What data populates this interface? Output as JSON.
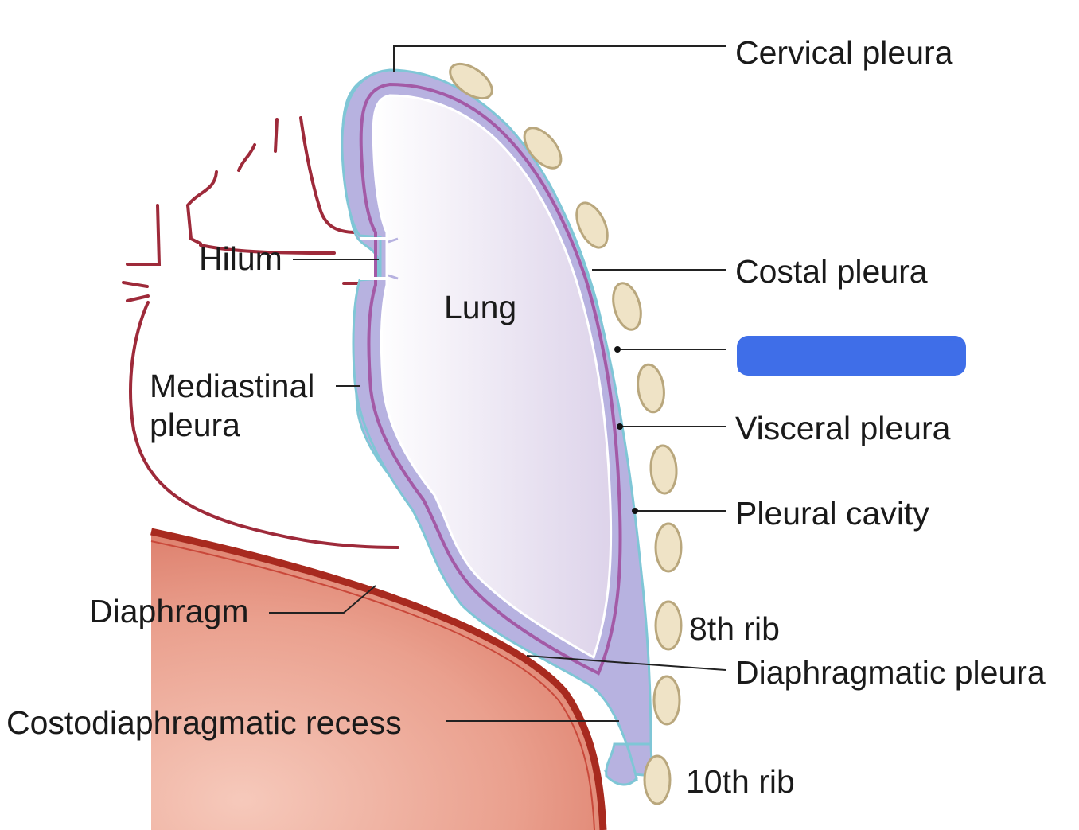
{
  "labels": {
    "cervical_pleura": "Cervical pleura",
    "costal_pleura": "Costal pleura",
    "visceral_pleura": "Visceral pleura",
    "pleural_cavity": "Pleural cavity",
    "rib_8": "8th rib",
    "diaphragmatic_pleura": "Diaphragmatic pleura",
    "rib_10": "10th rib",
    "hilum": "Hilum",
    "lung": "Lung",
    "mediastinal_pleura_line1": "Mediastinal",
    "mediastinal_pleura_line2": "pleura",
    "diaphragm": "Diaphragm",
    "costodiaphragmatic_recess": "Costodiaphragmatic recess"
  },
  "redaction": {
    "color": "#3f6fe8"
  },
  "colors": {
    "pleura_outer": "#b7b2e0",
    "visceral_line": "#a35aa6",
    "lung_fill": "#f1ecf6",
    "parietal_edge": "#7fc6d6",
    "diaphragm_muscle": "#e38a78",
    "diaphragm_edge": "#a82a1f",
    "vessels": "#9e2a3a",
    "rib_fill": "#efe3c6",
    "rib_edge": "#b9a77d"
  }
}
